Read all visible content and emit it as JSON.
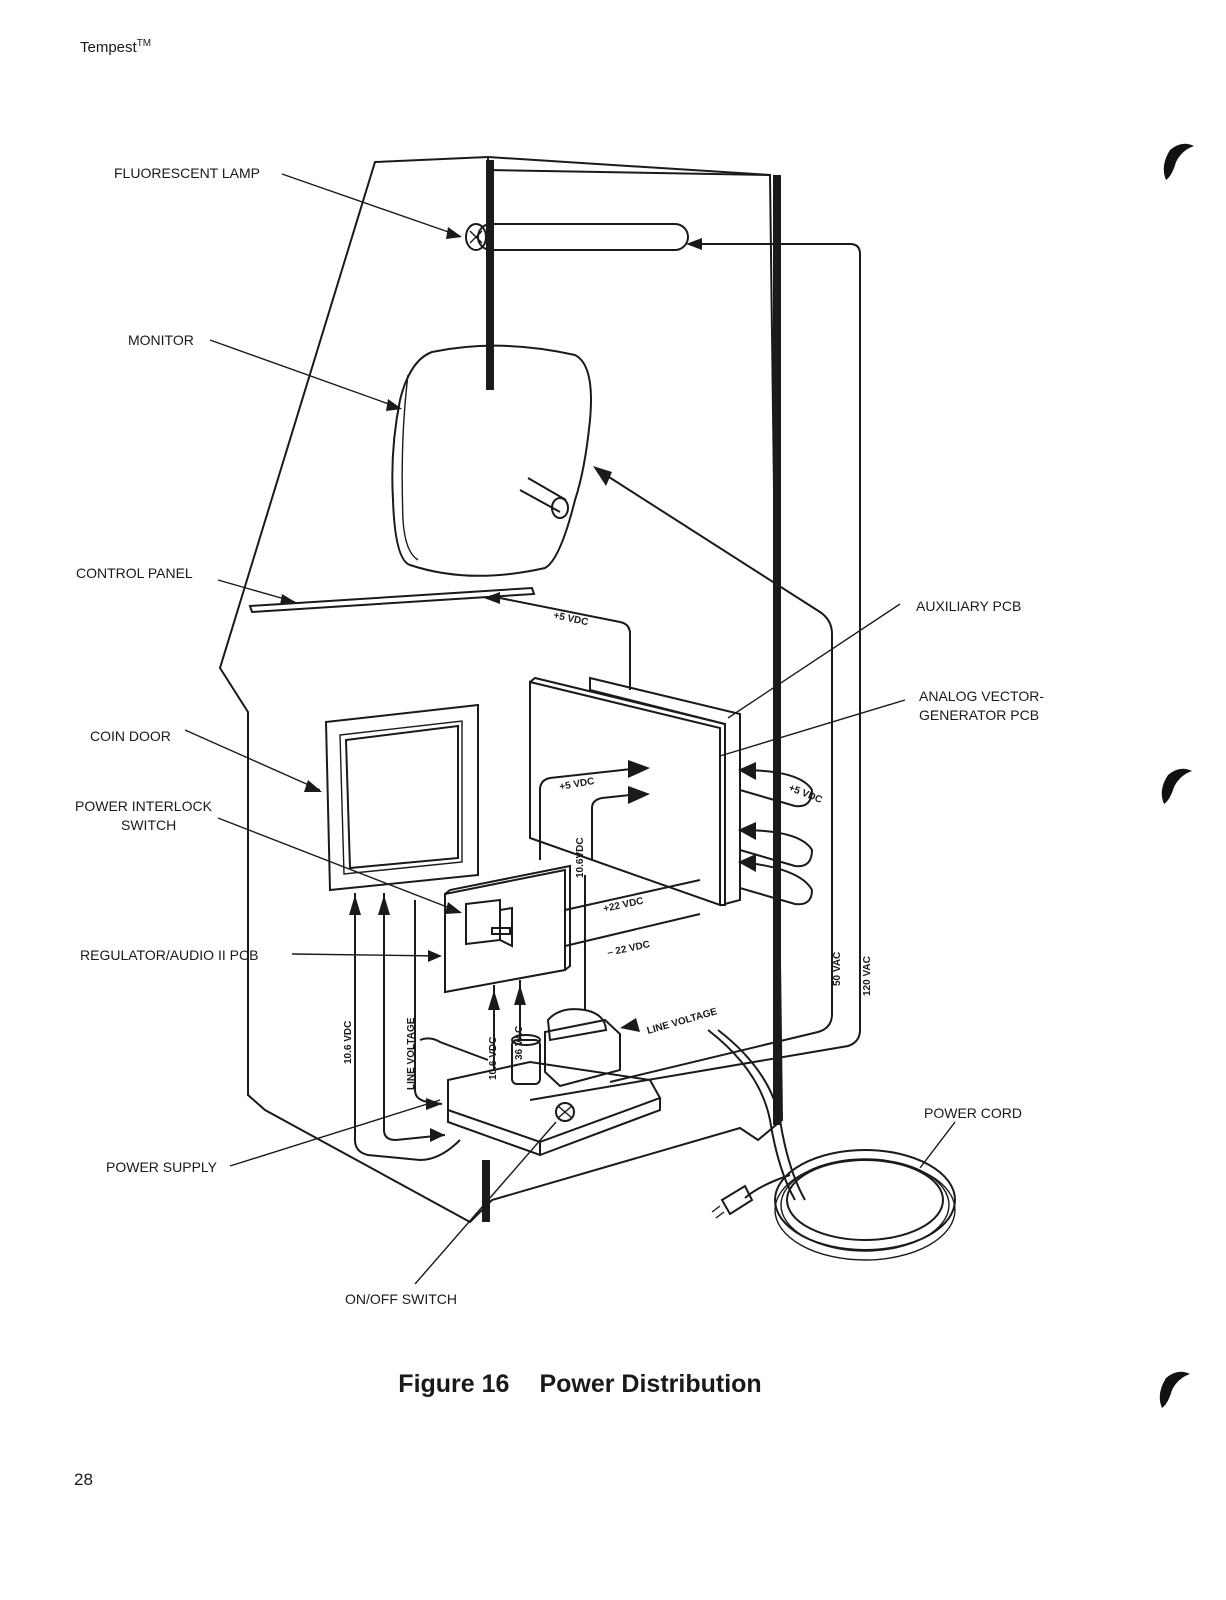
{
  "header": {
    "title": "Tempest",
    "trademark": "TM"
  },
  "page_number": "28",
  "figure": {
    "number": "Figure 16",
    "title": "Power Distribution"
  },
  "labels": {
    "fluorescent_lamp": "FLUORESCENT LAMP",
    "monitor": "MONITOR",
    "control_panel": "CONTROL PANEL",
    "coin_door": "COIN DOOR",
    "power_interlock_switch_1": "POWER INTERLOCK",
    "power_interlock_switch_2": "SWITCH",
    "regulator_audio_pcb": "REGULATOR/AUDIO II PCB",
    "power_supply": "POWER SUPPLY",
    "on_off_switch": "ON/OFF SWITCH",
    "auxiliary_pcb": "AUXILIARY PCB",
    "analog_vector_1": "ANALOG VECTOR-",
    "analog_vector_2": "GENERATOR PCB",
    "power_cord": "POWER CORD"
  },
  "voltages": {
    "control_panel_5vdc": "+5 VDC",
    "avg_5vdc": "+5 VDC",
    "avg_10_6vdc": "10.6VDC",
    "aux_5vdc": "+5 VDC",
    "plus_22vdc": "+22 VDC",
    "minus_22vdc": "– 22 VDC",
    "v50vac": "50 VAC",
    "v120vac": "120 VAC",
    "line_voltage_transformer": "LINE VOLTAGE",
    "coin_door_10_6vdc": "10.6 VDC",
    "coin_door_line_voltage": "LINE VOLTAGE",
    "reg_10_6vdc": "10.6 VDC",
    "reg_36vac": "36 VAC"
  }
}
